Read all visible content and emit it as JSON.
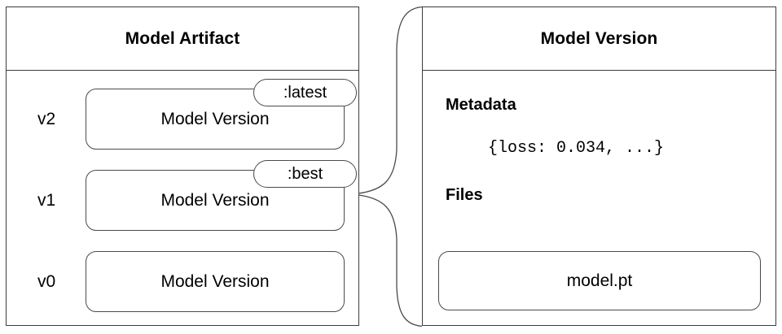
{
  "diagram": {
    "title_left": "Model Artifact",
    "title_right": "Model Version"
  },
  "artifact_panel": {
    "header": "Model Artifact",
    "versions": [
      {
        "label": "v2",
        "box_text": "Model Version",
        "tag": ":latest"
      },
      {
        "label": "v1",
        "box_text": "Model Version",
        "tag": ":best"
      },
      {
        "label": "v0",
        "box_text": "Model Version",
        "tag": null
      }
    ]
  },
  "version_panel": {
    "header": "Model Version",
    "metadata_heading": "Metadata",
    "metadata_value": "{loss: 0.034, ...}",
    "files_heading": "Files",
    "files": [
      {
        "name": "model.pt"
      }
    ]
  },
  "connector": {
    "name": "brace-connector",
    "from": "v1 Model Version",
    "to": "Model Version panel"
  },
  "colors": {
    "stroke": "#3c3c3c",
    "stroke_light": "#4a4a4a",
    "background": "#ffffff",
    "text": "#000000"
  }
}
